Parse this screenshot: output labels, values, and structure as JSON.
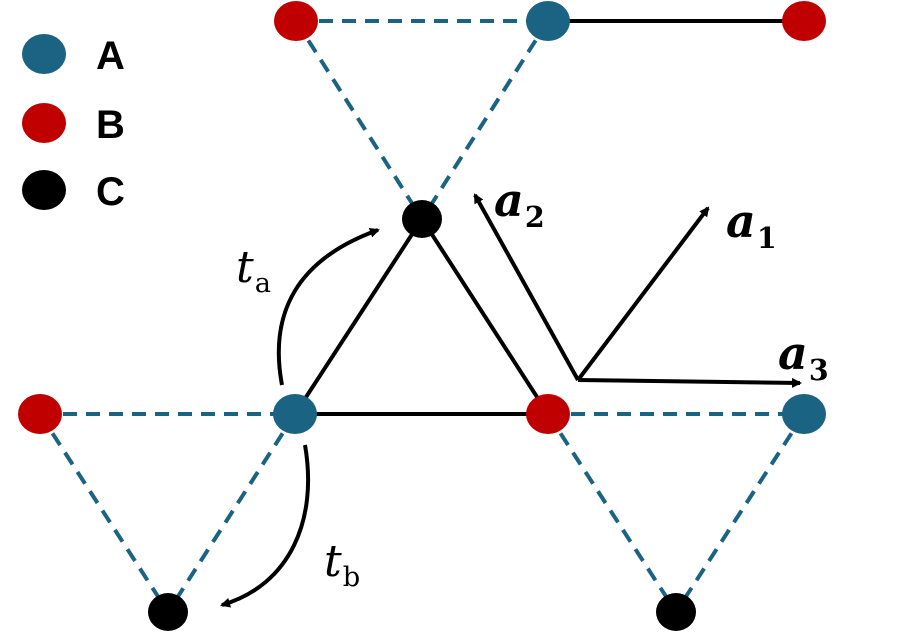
{
  "legend": [
    {
      "label": "A",
      "color": "#1b6383"
    },
    {
      "label": "B",
      "color": "#c00000"
    },
    {
      "label": "C",
      "color": "#000000"
    }
  ],
  "colors": {
    "site_a": "#1b6383",
    "site_b": "#c00000",
    "site_c": "#000000",
    "dashed_bond": "#1b6383",
    "solid_bond": "#000000"
  },
  "vectors": {
    "a1": {
      "symbol": "a",
      "sub": "1"
    },
    "a2": {
      "symbol": "a",
      "sub": "2"
    },
    "a3": {
      "symbol": "a",
      "sub": "3"
    }
  },
  "hoppings": {
    "ta": {
      "symbol": "t",
      "sub": "a"
    },
    "tb": {
      "symbol": "t",
      "sub": "b"
    }
  }
}
